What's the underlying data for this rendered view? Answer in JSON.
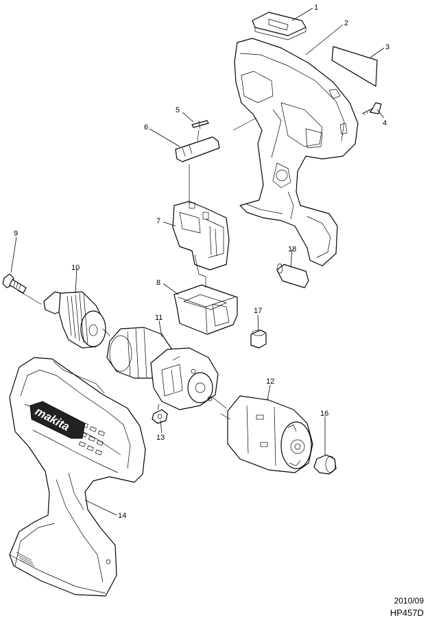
{
  "footer": {
    "date": "2010/09",
    "model": "HP457D"
  },
  "brand_logo": "makita",
  "callouts": [
    {
      "label": "1"
    },
    {
      "label": "2"
    },
    {
      "label": "3"
    },
    {
      "label": "4"
    },
    {
      "label": "5"
    },
    {
      "label": "6"
    },
    {
      "label": "7"
    },
    {
      "label": "8"
    },
    {
      "label": "9"
    },
    {
      "label": "10"
    },
    {
      "label": "11"
    },
    {
      "label": "12"
    },
    {
      "label": "13"
    },
    {
      "label": "14"
    },
    {
      "label": "16"
    },
    {
      "label": "17"
    },
    {
      "label": "18"
    }
  ]
}
